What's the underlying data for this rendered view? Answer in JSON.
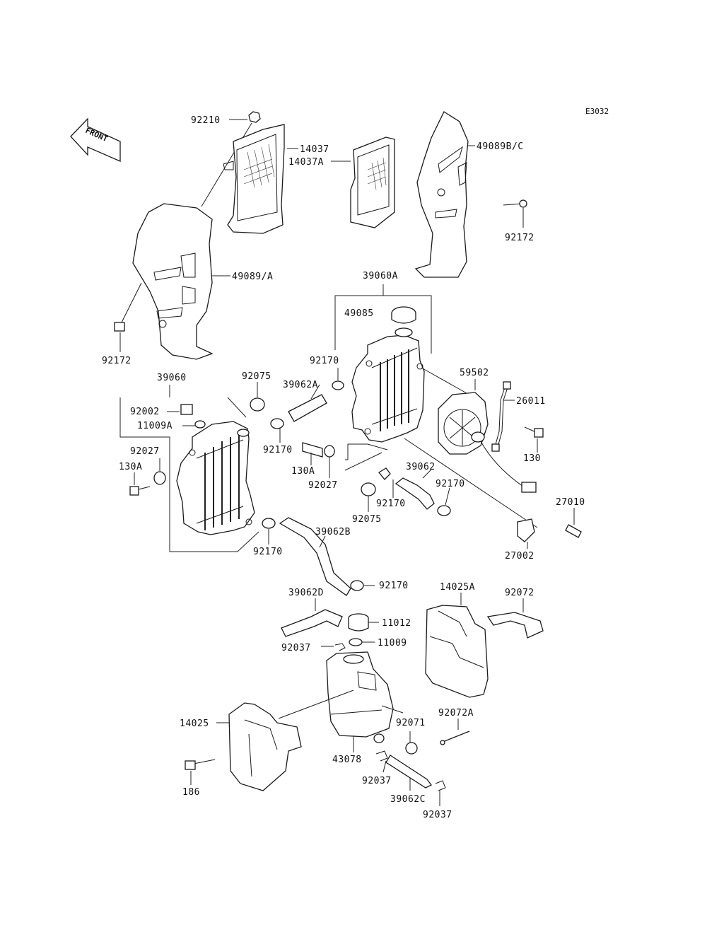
{
  "diagram": {
    "code": "E3032",
    "front_label": "FRONT",
    "parts": {
      "p92210": "92210",
      "p14037": "14037",
      "p14037A": "14037A",
      "p49089BC": "49089B/C",
      "p92172a": "92172",
      "p92172b": "92172",
      "p49089A": "49089/A",
      "p39060A": "39060A",
      "p49085": "49085",
      "p92170a": "92170",
      "p39062A": "39062A",
      "p59502": "59502",
      "p26011": "26011",
      "p39060": "39060",
      "p92075a": "92075",
      "p92002": "92002",
      "p11009A": "11009A",
      "p92027a": "92027",
      "p130A_a": "130A",
      "p92170b": "92170",
      "p130A_b": "130A",
      "p92027b": "92027",
      "p130": "130",
      "p39062": "39062",
      "p92170c": "92170",
      "p92170d": "92170",
      "p92075b": "92075",
      "p27010": "27010",
      "p92170e": "92170",
      "p39062B": "39062B",
      "p27002": "27002",
      "p92170f": "92170",
      "p39062D": "39062D",
      "p14025A": "14025A",
      "p92072": "92072",
      "p11012": "11012",
      "p92037a": "92037",
      "p11009": "11009",
      "p14025": "14025",
      "p92071": "92071",
      "p92072A": "92072A",
      "p186": "186",
      "p43078": "43078",
      "p92037b": "92037",
      "p39062C": "39062C",
      "p92037c": "92037"
    }
  }
}
